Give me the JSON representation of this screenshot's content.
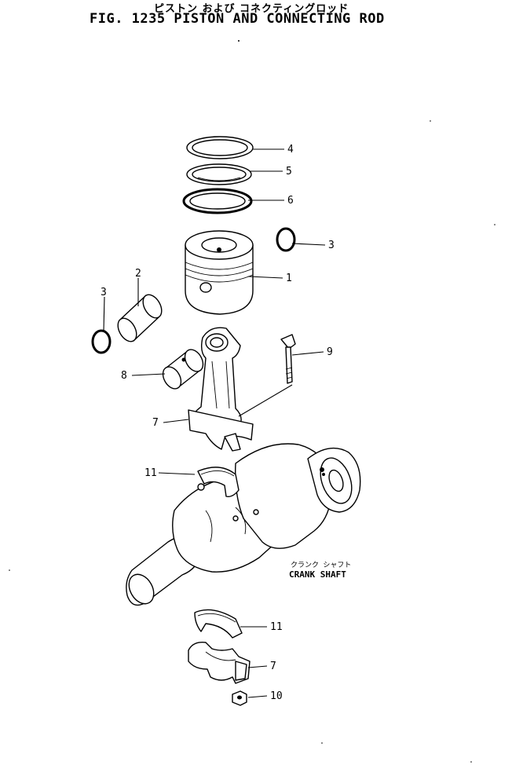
{
  "header": {
    "title_jp": "ピストン および コネクティングロッド",
    "title_en": "FIG. 1235  PISTON AND CONNECTING ROD"
  },
  "callouts": {
    "c4": "4",
    "c5": "5",
    "c6": "6",
    "c3a": "3",
    "c1": "1",
    "c2": "2",
    "c3b": "3",
    "c9": "9",
    "c8": "8",
    "c7a": "7",
    "c11a": "11",
    "c11b": "11",
    "c7b": "7",
    "c10": "10"
  },
  "part_labels": {
    "crank_jp": "クランク シャフト",
    "crank_en": "CRANK SHAFT"
  }
}
